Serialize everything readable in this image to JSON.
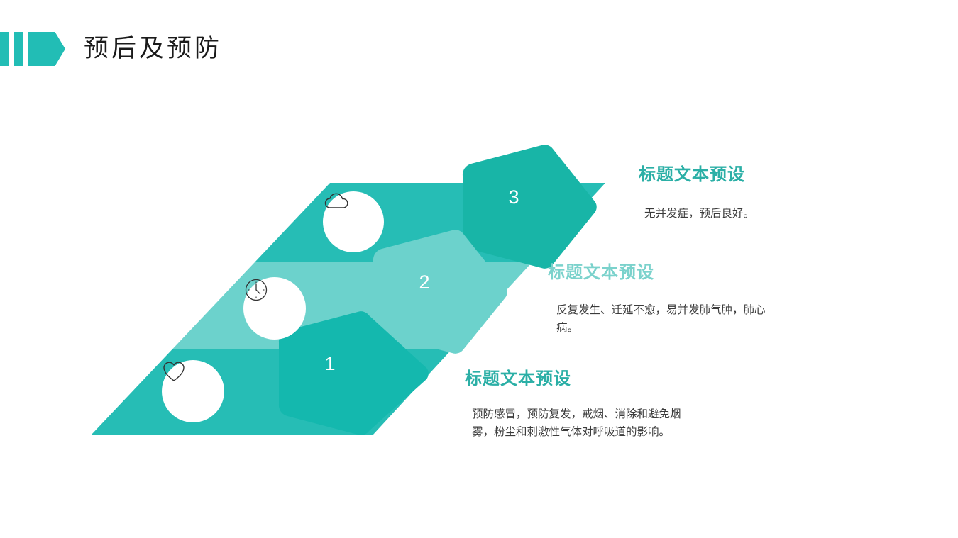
{
  "header": {
    "title": "预后及预防",
    "accent_color": "#22bdb5",
    "deco_icon": "arrow-bars-decoration"
  },
  "palette": {
    "teal_dark": "#14b8ae",
    "teal_mid": "#26bdb5",
    "teal_light": "#6cd2cc",
    "heading_teal": "#2bafa6",
    "heading_teal_light": "#7bd2cc",
    "body_text": "#3b3b3b",
    "circle_fill": "#ffffff"
  },
  "diagram": {
    "steps": [
      {
        "number": "1",
        "icon": "heart-icon",
        "arrow_color": "#14b8ae",
        "band_color": "#26bdb5",
        "heading": "标题文本预设",
        "body": "预防感冒，预防复发，戒烟、消除和避免烟雾，粉尘和刺激性气体对呼吸道的影响。"
      },
      {
        "number": "2",
        "icon": "clock-icon",
        "arrow_color": "#6cd2cc",
        "band_color": "#6cd2cc",
        "heading": "标题文本预设",
        "body": "反复发生、迁延不愈，易并发肺气肿，肺心病。"
      },
      {
        "number": "3",
        "icon": "cloud-icon",
        "arrow_color": "#18b5a7",
        "band_color": "#26bdb5",
        "heading": "标题文本预设",
        "body": "无并发症，预后良好。"
      }
    ]
  }
}
